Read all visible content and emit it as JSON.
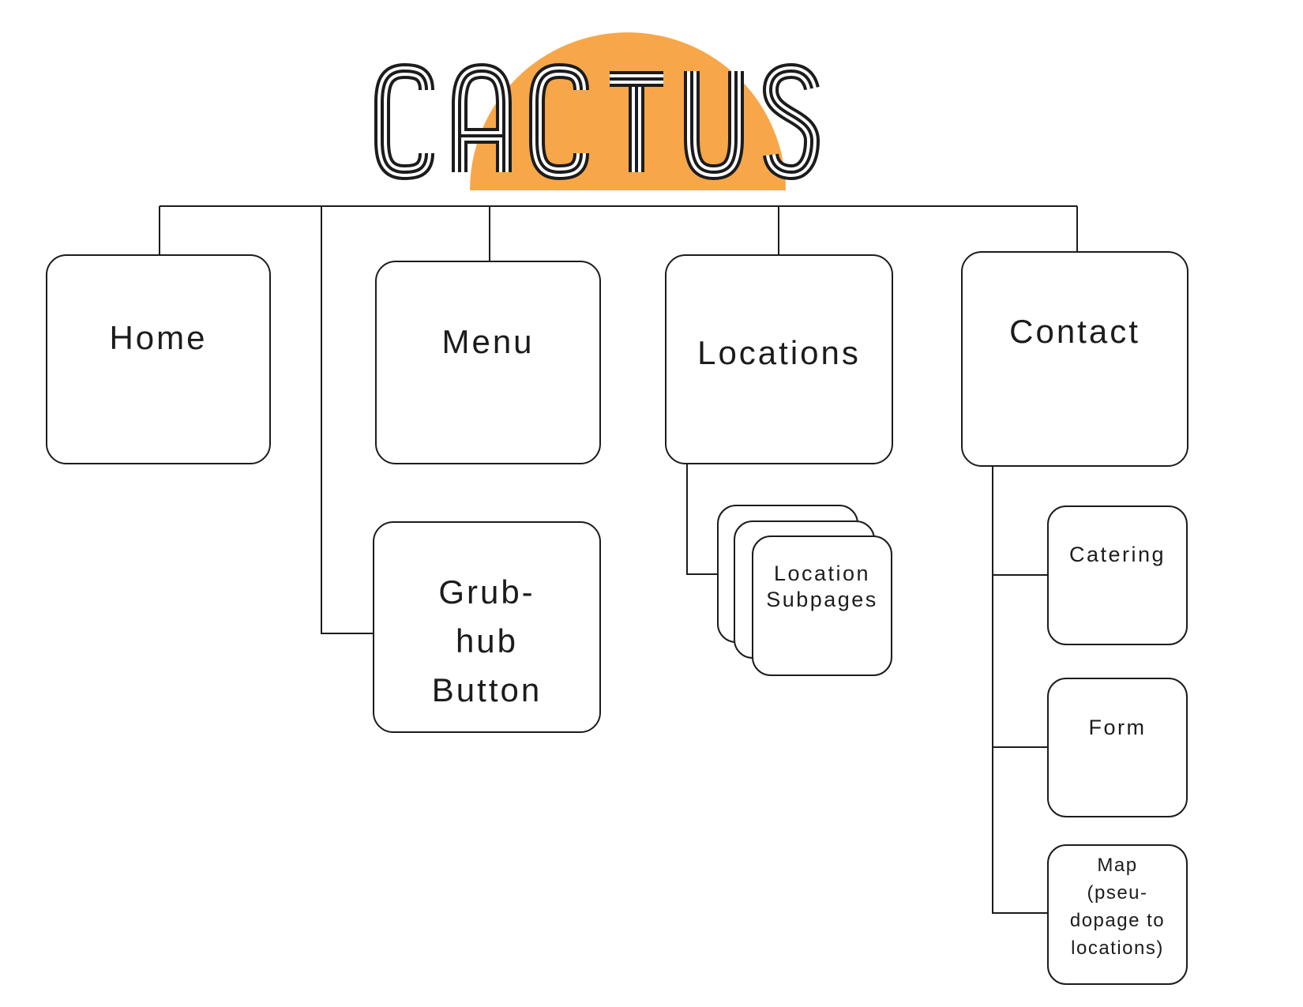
{
  "logo": {
    "brand": "CACTUS",
    "letters": [
      "C",
      "A",
      "C",
      "T",
      "U",
      "S"
    ]
  },
  "colors": {
    "sun": "#F7A749",
    "ink": "#1C1C1C"
  },
  "nodes": {
    "home": {
      "label": "Home"
    },
    "menu": {
      "label": "Menu"
    },
    "locations": {
      "label": "Locations"
    },
    "contact": {
      "label": "Contact"
    },
    "grubhub": {
      "lines": [
        "Grub-",
        "hub",
        "Button"
      ]
    },
    "location_subpages": {
      "lines": [
        "Location",
        "Subpages"
      ]
    },
    "catering": {
      "label": "Catering"
    },
    "form": {
      "label": "Form"
    },
    "map": {
      "lines": [
        "Map",
        "(pseu-",
        "dopage to",
        "locations)"
      ]
    }
  }
}
